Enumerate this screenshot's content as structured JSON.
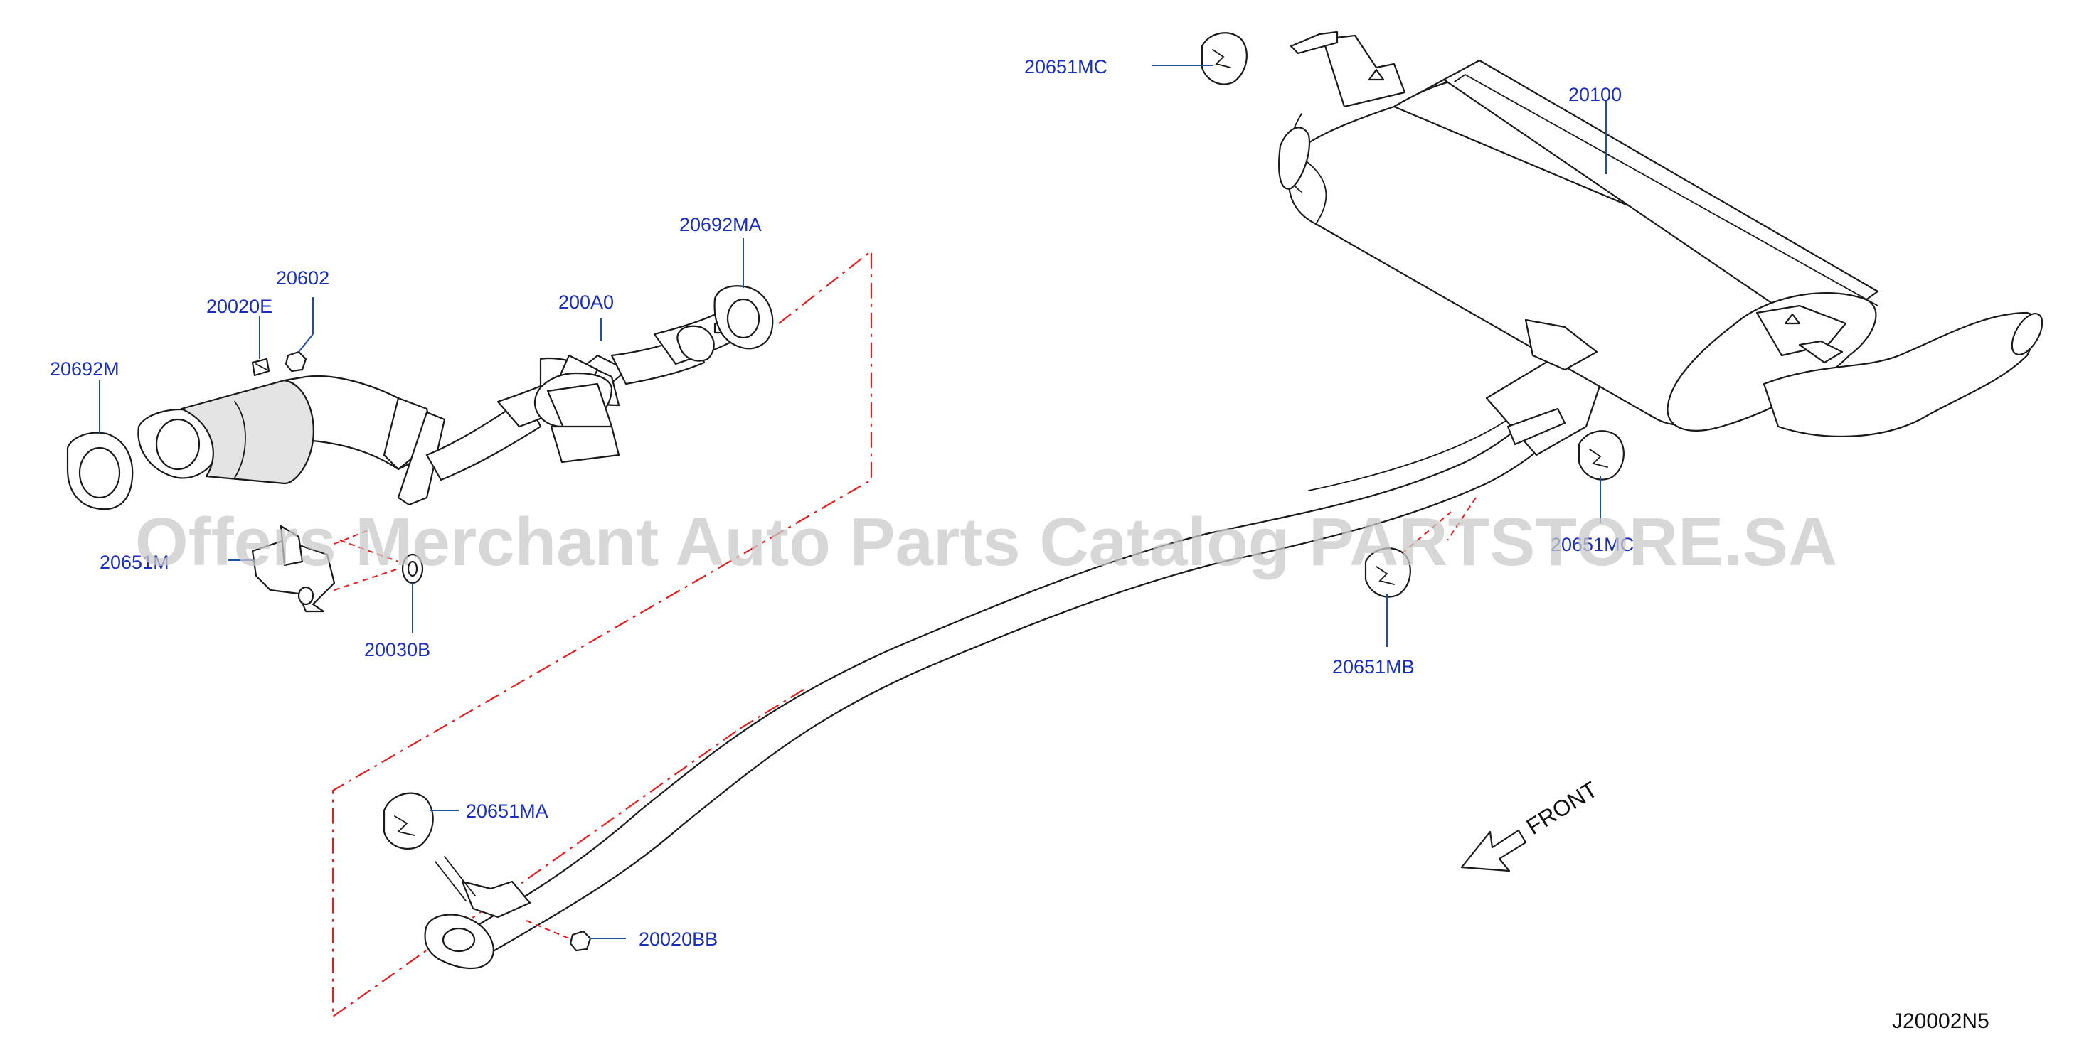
{
  "diagram": {
    "reference_code": "J20002N5",
    "watermark": "Offers Merchant Auto Parts Catalog PARTSTORE.SA",
    "direction_label": "FRONT",
    "parts": [
      {
        "id": "muffler",
        "number": "20100"
      },
      {
        "id": "mount-rear-left",
        "number": "20651MC"
      },
      {
        "id": "mount-rear-right",
        "number": "20651MC"
      },
      {
        "id": "mount-center",
        "number": "20651MB"
      },
      {
        "id": "mount-front",
        "number": "20651MA"
      },
      {
        "id": "gasket-front-left",
        "number": "20692M"
      },
      {
        "id": "gasket-front-pipe",
        "number": "20692MA"
      },
      {
        "id": "front-pipe",
        "number": "200A0"
      },
      {
        "id": "stud",
        "number": "20020E"
      },
      {
        "id": "nut",
        "number": "20602"
      },
      {
        "id": "hanger-left",
        "number": "20651M"
      },
      {
        "id": "rubber-ring",
        "number": "20030B"
      },
      {
        "id": "nut-center",
        "number": "20020BB"
      }
    ]
  }
}
